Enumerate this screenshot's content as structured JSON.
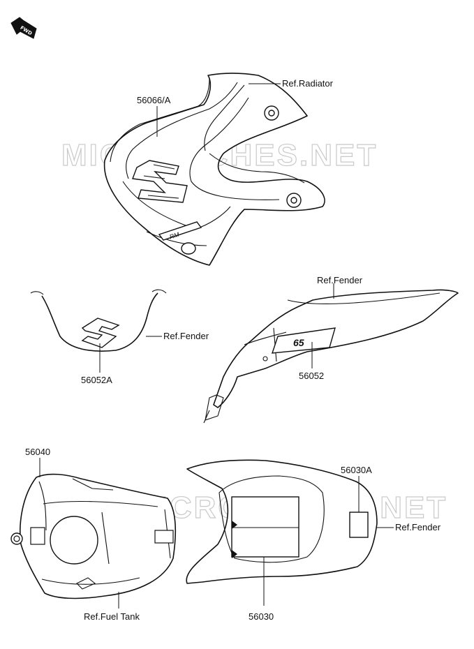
{
  "direction_badge": "FWD",
  "watermarks": [
    "MICROFICHES.NET",
    "MICROFICHES.NET"
  ],
  "parts": {
    "shroud_decal": {
      "part_no": "56066/A",
      "reference": "Ref.Radiator",
      "logo_text": "RM"
    },
    "fender_front_emblem": {
      "part_no": "56052A",
      "reference": "Ref.Fender"
    },
    "fender_side_decal": {
      "part_no": "56052",
      "reference": "Ref.Fender",
      "logo_text": "65"
    },
    "fuel_tank_decal": {
      "part_no": "56040",
      "reference": "Ref.Fuel Tank"
    },
    "rear_fender_label": {
      "part_no": "56030",
      "reference": ""
    },
    "rear_fender_small_label": {
      "part_no": "56030A",
      "reference": "Ref.Fender"
    }
  }
}
